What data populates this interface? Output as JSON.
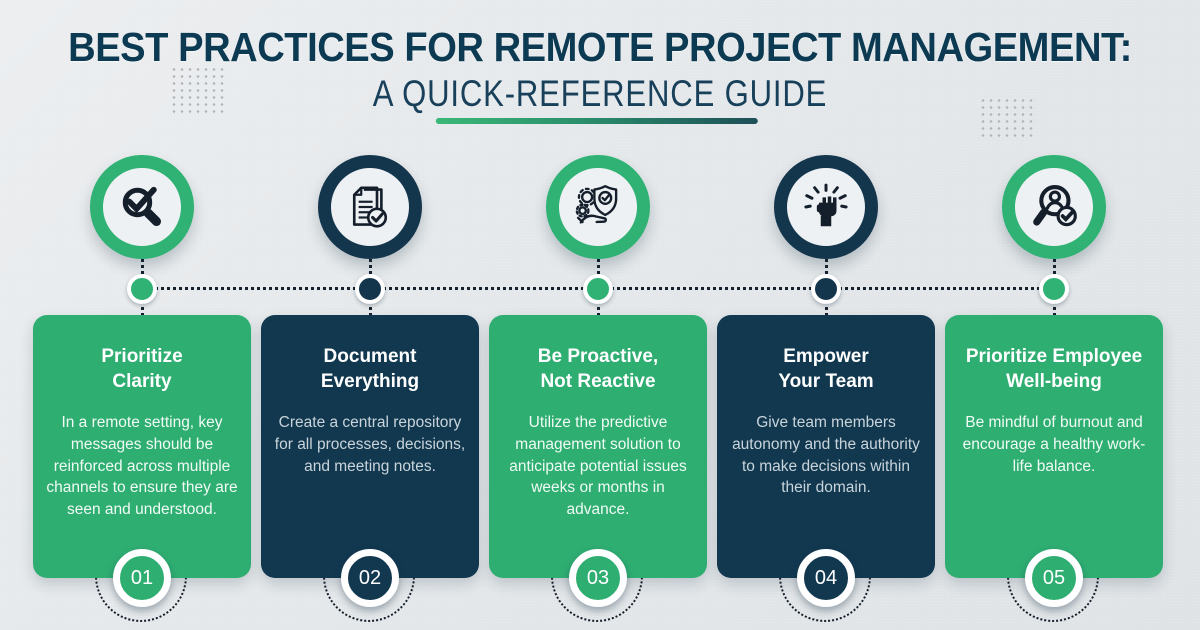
{
  "header": {
    "title": "BEST PRACTICES FOR REMOTE PROJECT MANAGEMENT:",
    "subtitle": "A QUICK-REFERENCE GUIDE"
  },
  "colors": {
    "green": "#2fae72",
    "navy": "#123850",
    "background": "#e5e8ea",
    "title_text": "#0d3a53",
    "connector_dots": "#16212e"
  },
  "cards": [
    {
      "number": "01",
      "theme": "green",
      "icon": "magnifier-check-icon",
      "title_line1": "Prioritize",
      "title_line2": "Clarity",
      "body": "In a remote setting, key messages should be reinforced across multiple channels to ensure they are seen and understood."
    },
    {
      "number": "02",
      "theme": "navy",
      "icon": "documents-check-icon",
      "title_line1": "Document",
      "title_line2": "Everything",
      "body": "Create a central repository for all processes, decisions, and meeting notes."
    },
    {
      "number": "03",
      "theme": "green",
      "icon": "shield-hand-icon",
      "title_line1": "Be Proactive,",
      "title_line2": "Not Reactive",
      "body": "Utilize the predictive management solution to anticipate potential issues weeks or months in advance."
    },
    {
      "number": "04",
      "theme": "navy",
      "icon": "raised-fist-icon",
      "title_line1": "Empower",
      "title_line2": "Your Team",
      "body": "Give team members autonomy and the authority to make decisions within their domain."
    },
    {
      "number": "05",
      "theme": "green",
      "icon": "person-search-icon",
      "title_line1": "Prioritize Employee",
      "title_line2": "Well-being",
      "body": "Be mindful of burnout and encourage a healthy work-life balance."
    }
  ]
}
